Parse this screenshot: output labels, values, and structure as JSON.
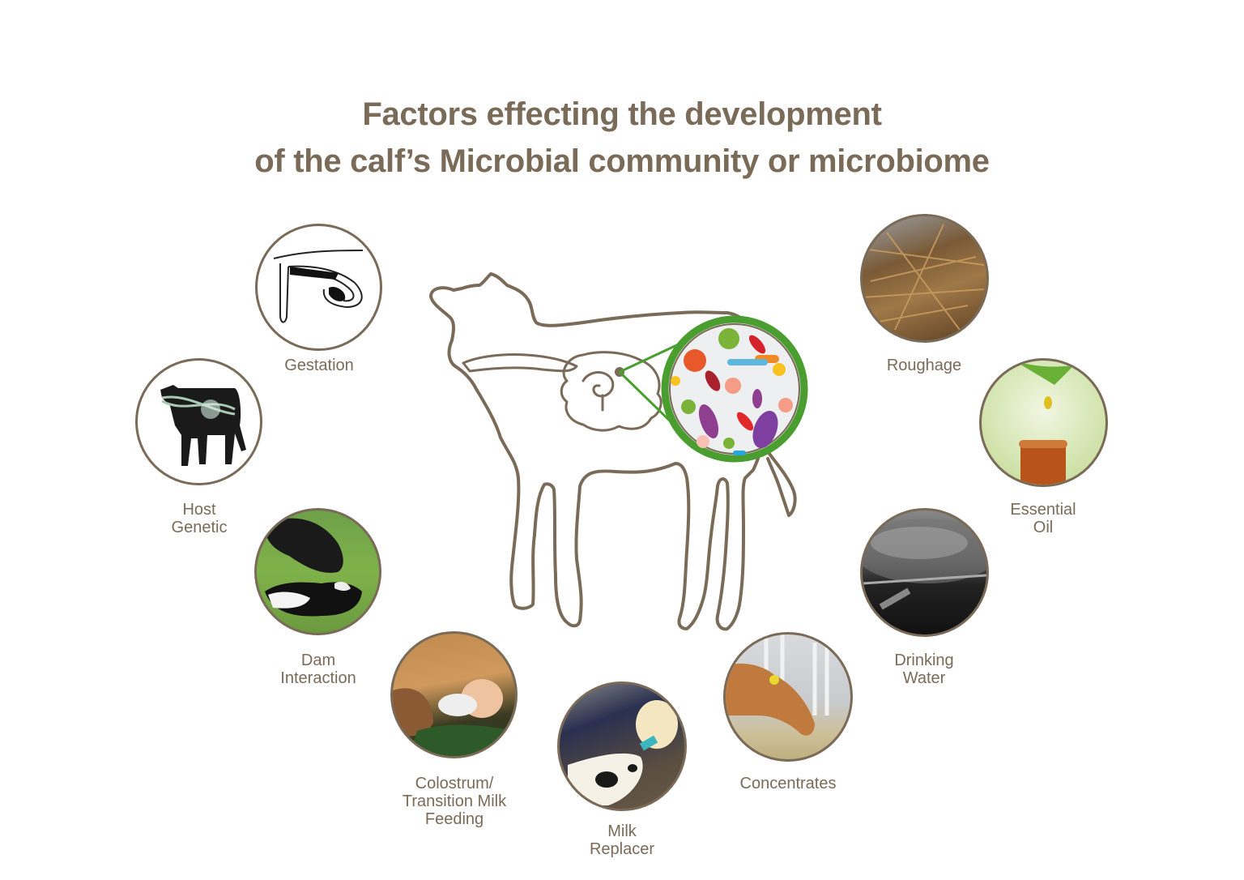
{
  "title": {
    "line1": "Factors effecting the development",
    "line2": "of the calf’s Microbial community or microbiome"
  },
  "colors": {
    "text": "#7a6a58",
    "outline": "#7a6a58",
    "magnifier": "#4a9e2f"
  },
  "center": {
    "figure": "calf-outline-with-digestive-tract",
    "magnifier_content": "microbes"
  },
  "factors": [
    {
      "id": "gestation",
      "label": "Gestation",
      "icon": "uterus-fetus-diagram-icon"
    },
    {
      "id": "host-genetic",
      "label": "Host\nGenetic",
      "icon": "calf-dna-icon"
    },
    {
      "id": "dam-interaction",
      "label": "Dam\nInteraction",
      "icon": "cow-calf-photo"
    },
    {
      "id": "colostrum",
      "label": "Colostrum/\nTransition Milk\nFeeding",
      "icon": "calf-suckling-photo"
    },
    {
      "id": "milk-replacer",
      "label": "Milk\nReplacer",
      "icon": "bottle-feeding-photo"
    },
    {
      "id": "concentrates",
      "label": "Concentrates",
      "icon": "calf-eating-feed-photo"
    },
    {
      "id": "drinking-water",
      "label": "Drinking\nWater",
      "icon": "water-trough-photo"
    },
    {
      "id": "essential-oil",
      "label": "Essential\nOil",
      "icon": "oil-drop-bottle-photo"
    },
    {
      "id": "roughage",
      "label": "Roughage",
      "icon": "hay-straw-photo"
    }
  ]
}
